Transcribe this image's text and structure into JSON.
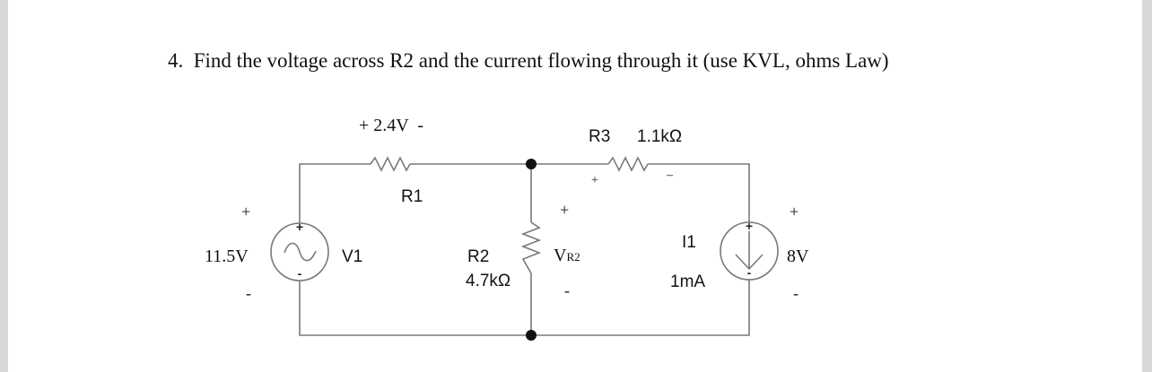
{
  "question": {
    "number": "4.",
    "text": "Find the voltage across R2 and the current flowing through it  (use KVL, ohms Law)"
  },
  "circuit": {
    "r1": {
      "name": "R1",
      "voltage_label": "+ 2.4V  -"
    },
    "r2": {
      "name": "R2",
      "value": "4.7kΩ"
    },
    "r3": {
      "name": "R3",
      "value": "1.1kΩ",
      "plus": "+",
      "minus": "–"
    },
    "v1": {
      "name": "V1",
      "value": "11.5V",
      "plus": "+",
      "minus": "-",
      "icon": "ac-source-icon"
    },
    "vr2": {
      "label": "V",
      "subscript": "R2",
      "plus": "+",
      "minus": "-"
    },
    "i1": {
      "name": "I1",
      "value": "1mA",
      "icon": "current-source-icon"
    },
    "v8": {
      "value": "8V",
      "plus": "+",
      "minus": "-"
    },
    "terminal_plus": "+",
    "terminal_minus": "-"
  }
}
